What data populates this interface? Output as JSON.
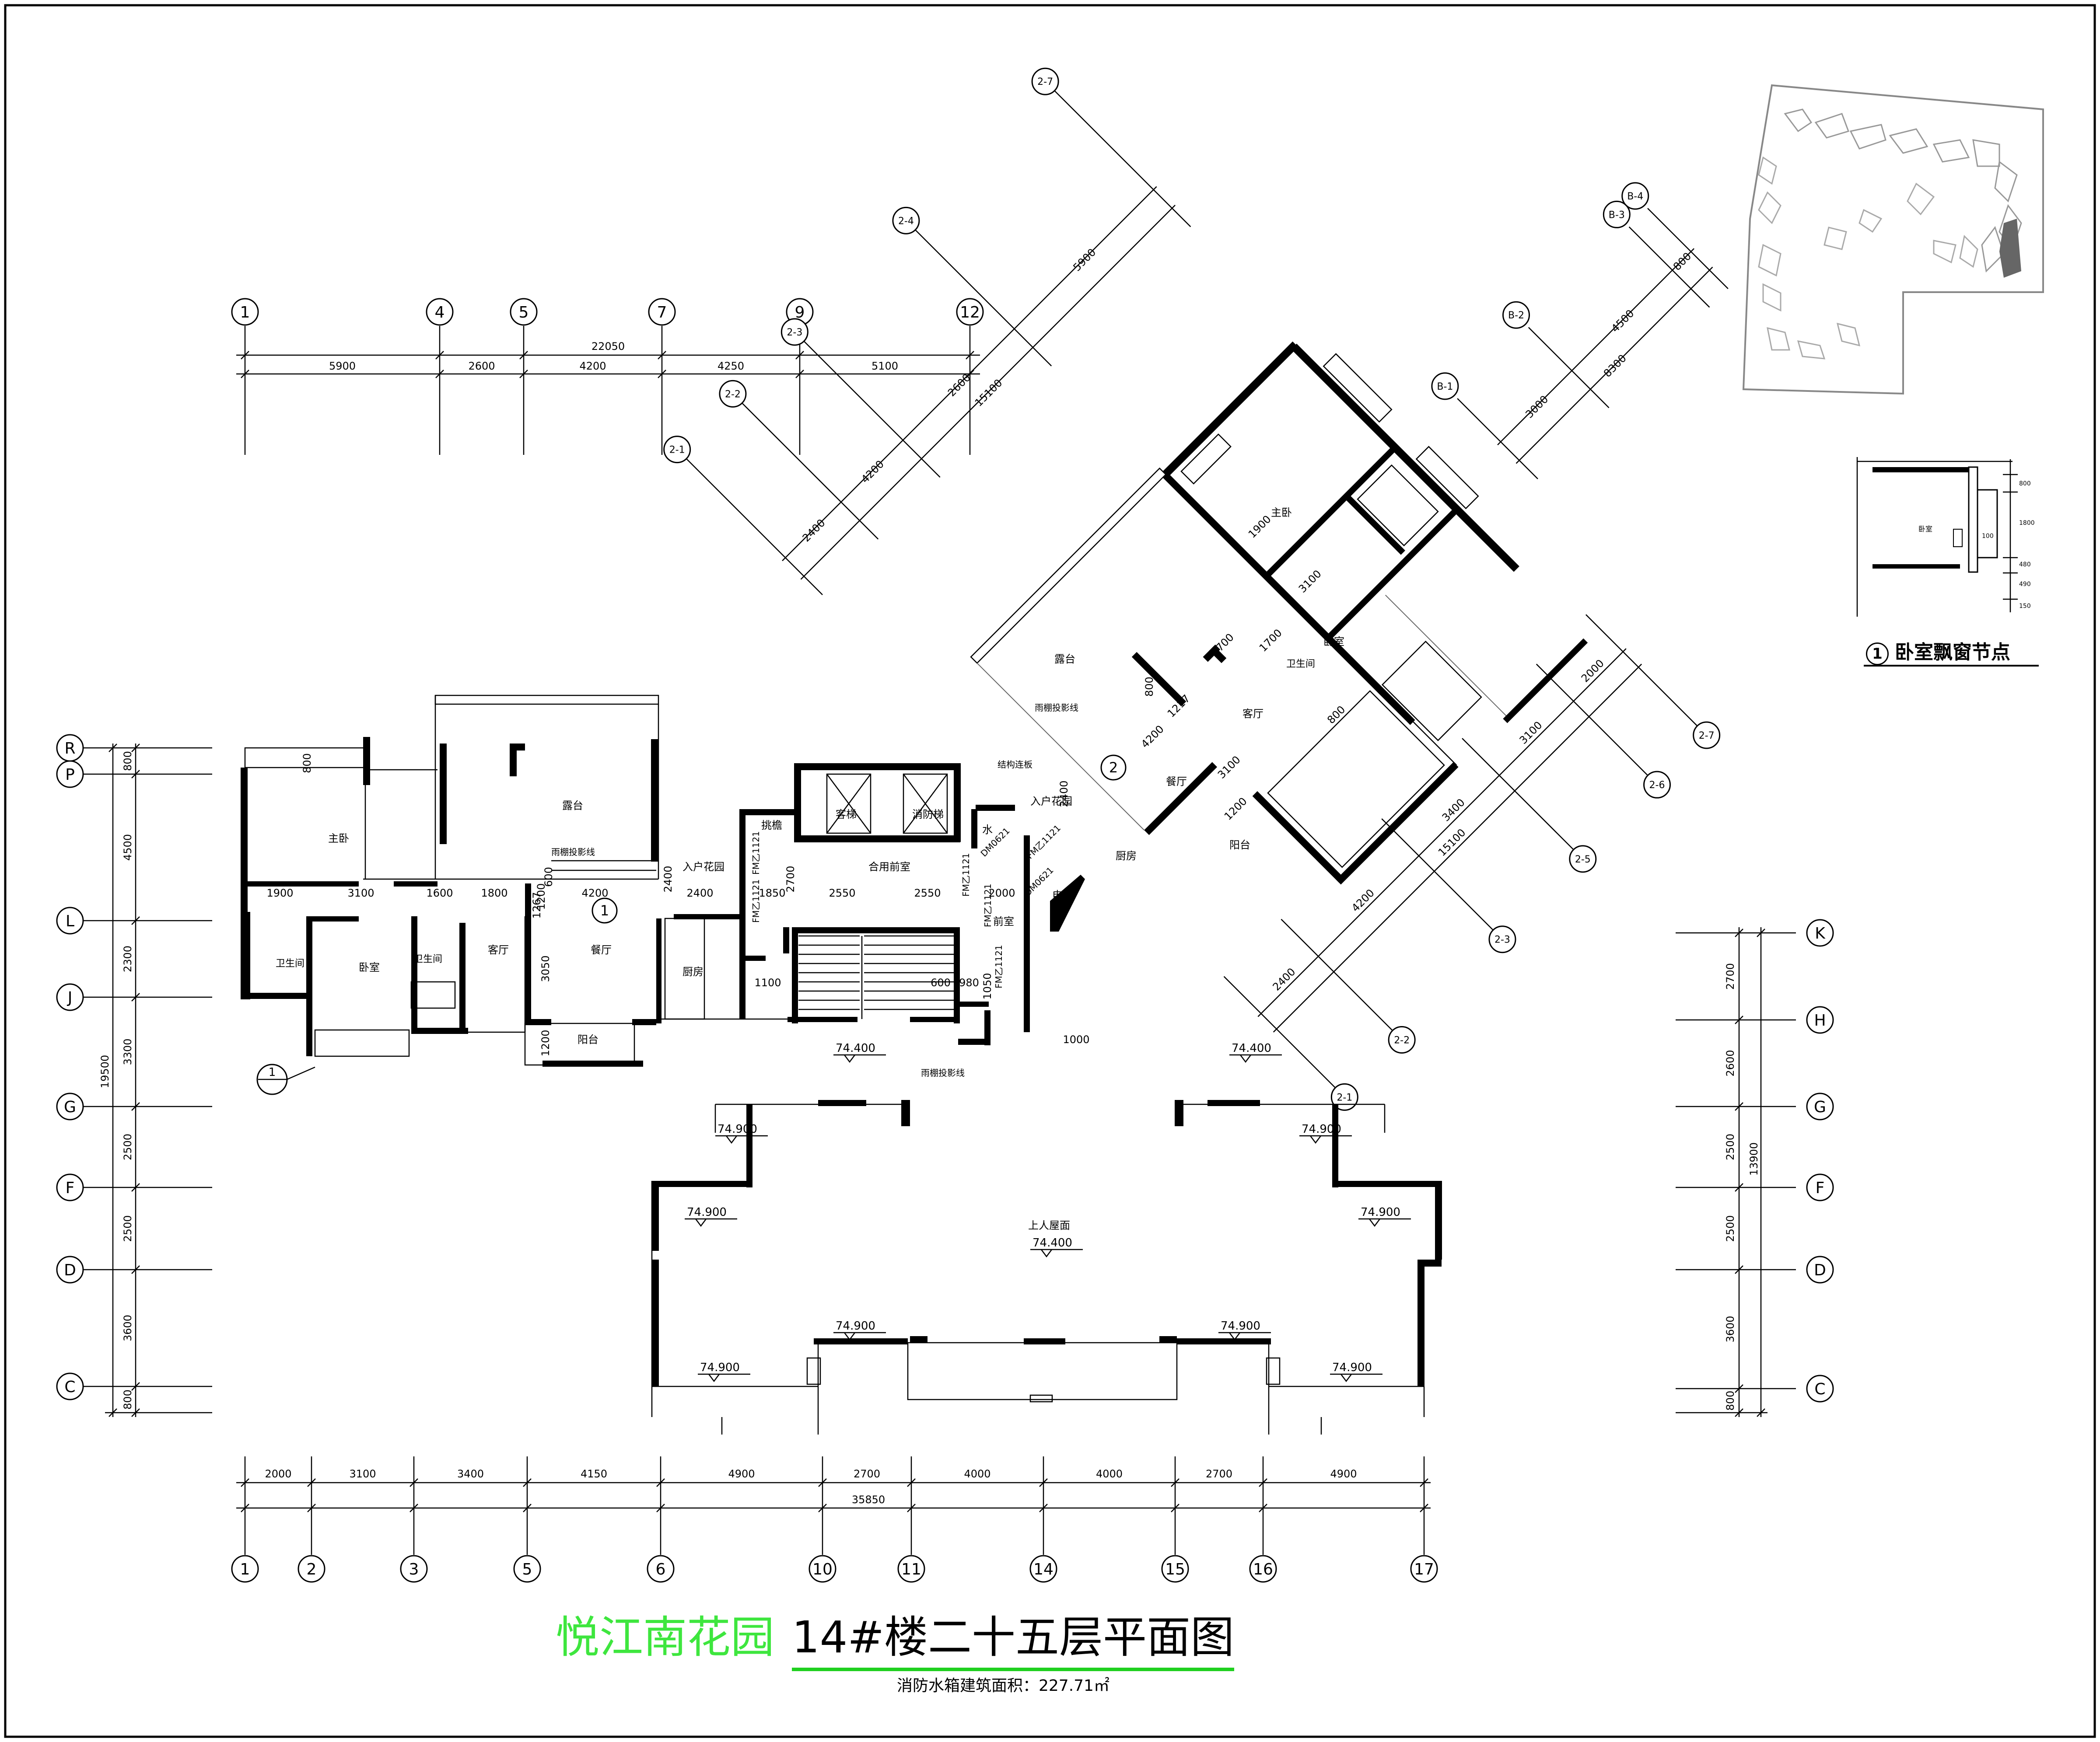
{
  "title": {
    "project": "悦江南花园",
    "sheet": "14#楼二十五层平面图",
    "subtitle": "消防水箱建筑面积：227.71㎡"
  },
  "detail": {
    "number": "1",
    "title": "卧室飘窗节点",
    "room_label": "卧室",
    "dims": [
      "800",
      "1800",
      "480",
      "490",
      "100",
      "150"
    ]
  },
  "top_axes": [
    "1",
    "4",
    "5",
    "7",
    "9",
    "12"
  ],
  "top_total": "22050",
  "top_dims": [
    "5900",
    "2600",
    "4200",
    "4250",
    "5100"
  ],
  "bottom_axes": [
    "1",
    "2",
    "3",
    "5",
    "6",
    "10",
    "11",
    "14",
    "15",
    "16",
    "17"
  ],
  "bottom_total": "35850",
  "bottom_dims": [
    "2000",
    "3100",
    "3400",
    "4150",
    "4900",
    "2700",
    "4000",
    "4000",
    "2700",
    "4900"
  ],
  "left_axes": [
    "R",
    "P",
    "L",
    "J",
    "G",
    "F",
    "D",
    "C"
  ],
  "left_total": "19500",
  "left_dims": [
    "800",
    "4500",
    "2300",
    "3300",
    "2500",
    "2500",
    "3600",
    "800"
  ],
  "right_axes": [
    "K",
    "H",
    "G",
    "F",
    "D",
    "C"
  ],
  "right_total": "13900",
  "right_dims": [
    "2700",
    "2600",
    "2500",
    "2500",
    "3600",
    "800"
  ],
  "diag_axes_left": [
    "2-7",
    "2-4",
    "2-3",
    "2-2",
    "2-1"
  ],
  "diag_total_left": "15100",
  "diag_dims_left": [
    "5900",
    "2600",
    "4200",
    "2400"
  ],
  "diag_axes_top": [
    "B-4",
    "B-3",
    "B-2",
    "B-1"
  ],
  "diag_total_top": "8300",
  "diag_dims_top": [
    "800",
    "4500",
    "3000"
  ],
  "diag_axes_right": [
    "2-7",
    "2-6",
    "2-5",
    "2-3",
    "2-2",
    "2-1"
  ],
  "diag_total_right": "15100",
  "diag_dims_right": [
    "2000",
    "3100",
    "3400",
    "4200",
    "2400"
  ],
  "rooms": {
    "master_bed_left": "主卧",
    "terrace_left": "露台",
    "bedroom_left": "卧室",
    "bath_left_a": "卫生间",
    "bath_left_b": "卫生间",
    "living_left": "客厅",
    "dining_left": "餐厅",
    "balcony_left": "阳台",
    "kitchen_left": "厨房",
    "entry_garden_left": "入户花园",
    "overhang": "挑檐",
    "passenger_lift": "客梯",
    "fire_lift": "消防梯",
    "shared_lobby": "合用前室",
    "lobby": "前室",
    "water": "水",
    "electric": "电",
    "master_bed_right": "主卧",
    "bedroom_right": "卧室",
    "bath_right": "卫生间",
    "terrace_right": "露台",
    "living_right": "客厅",
    "dining_right": "餐厅",
    "kitchen_right": "厨房",
    "balcony_right": "阳台",
    "entry_garden_right": "入户花园",
    "roof": "上人屋面",
    "canopy_a": "雨棚投影线",
    "canopy_b": "雨棚投影线",
    "canopy_c": "雨棚投影线",
    "struct_slab": "结构连板"
  },
  "elevations": {
    "e1": "74.400",
    "e2": "74.400",
    "e3": "74.900",
    "e4": "74.900",
    "e5": "74.900",
    "e6": "74.900",
    "e7": "74.400",
    "e8": "74.900",
    "e9": "74.900",
    "e10": "74.900",
    "e11": "74.900"
  },
  "interior_dims": {
    "d1": "1900",
    "d2": "3100",
    "d3": "1600",
    "d4": "1800",
    "d5": "4200",
    "d6": "2400",
    "d7": "1850",
    "d8": "2550",
    "d9": "2550",
    "d10": "2000",
    "d11": "3050",
    "d12": "1200",
    "d13": "1200",
    "d14": "2400",
    "d15": "2700",
    "d16": "1100",
    "d17": "1050",
    "d18": "600",
    "d19": "980",
    "d20": "1000",
    "d21": "800",
    "d22": "1900",
    "d23": "3100",
    "d24": "1700",
    "d25": "1700",
    "d26": "4200",
    "d27": "3100",
    "d28": "1200",
    "d29": "800",
    "d30": "2400",
    "d31": "800",
    "d32": "1217",
    "d33": "1267",
    "d34": "600"
  },
  "doors": {
    "fm1": "FM乙1121",
    "fm2": "FM乙1121",
    "fm3": "FM乙1121",
    "fm4": "FM乙1121",
    "fm5": "FM乙1121",
    "fm6": "FM乙1121",
    "dm1": "DM0621",
    "dm2": "DM0621"
  },
  "section_marks": {
    "s1": "1",
    "s2": "1",
    "s3": "2"
  }
}
